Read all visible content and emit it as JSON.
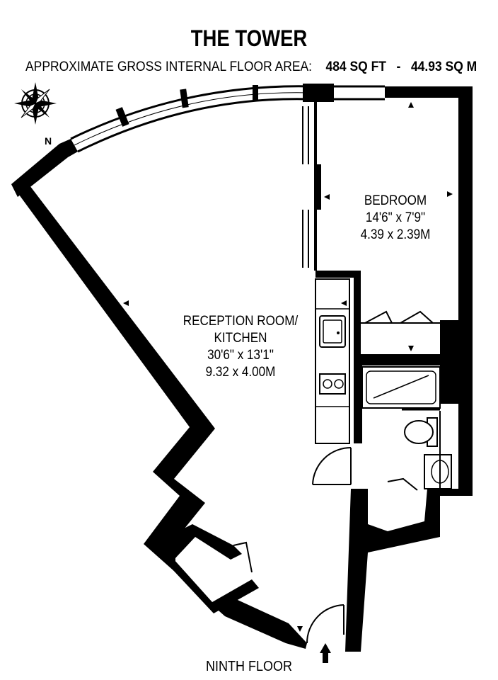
{
  "header": {
    "title": "THE TOWER",
    "area_label": "APPROXIMATE GROSS INTERNAL FLOOR AREA:",
    "area_sqft": "484 SQ FT",
    "area_sep": "-",
    "area_sqm": "44.93 SQ M"
  },
  "compass": {
    "label": "N"
  },
  "rooms": {
    "bedroom": {
      "name": "BEDROOM",
      "imperial": "14'6\" x 7'9\"",
      "metric": "4.39 x 2.39M"
    },
    "reception": {
      "name_line1": "RECEPTION ROOM/",
      "name_line2": "KITCHEN",
      "imperial": "30'6\" x 13'1\"",
      "metric": "9.32 x 4.00M"
    }
  },
  "footer": {
    "floor_label": "NINTH FLOOR"
  },
  "colors": {
    "wall": "#000000",
    "background": "#ffffff"
  }
}
